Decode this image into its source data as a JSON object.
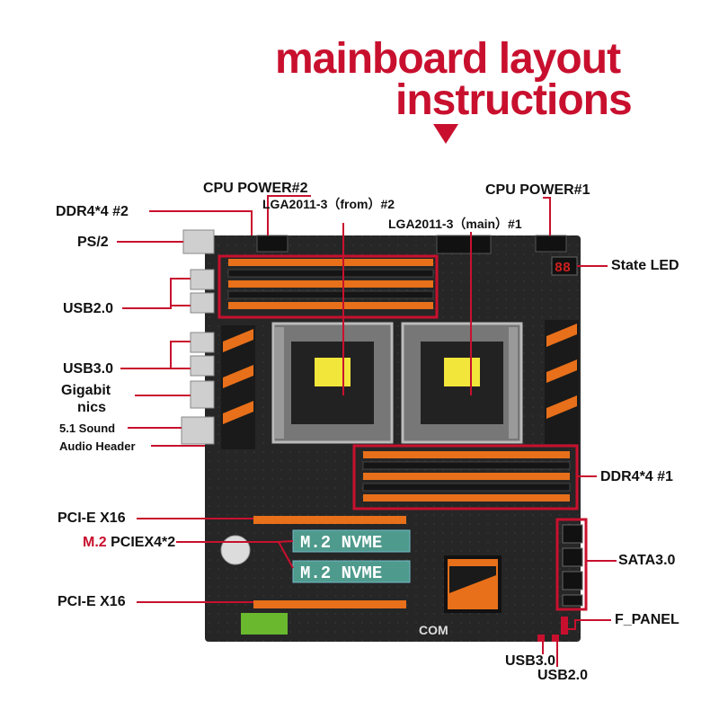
{
  "title": {
    "line1": "mainboard layout",
    "line2": "instructions"
  },
  "labels": {
    "cpu_power_2": "CPU POWER#2",
    "cpu_power_1": "CPU POWER#1",
    "lga_from": "LGA2011-3（from）#2",
    "lga_main": "LGA2011-3（main）#1",
    "ddr4_2": "DDR4*4 #2",
    "ps2": "PS/2",
    "usb20_left": "USB2.0",
    "usb30_left": "USB3.0",
    "gigabit_line1": "Gigabit",
    "gigabit_line2": "nics",
    "sound": "5.1 Sound",
    "audio_header": "Audio Header",
    "state_led": "State LED",
    "ddr4_1": "DDR4*4 #1",
    "pcie_x16_top": "PCI-E X16",
    "m2_prefix": "M.2",
    "m2_suffix": "PCIEX4*2",
    "sata": "SATA3.0",
    "pcie_x16_bottom": "PCI-E X16",
    "f_panel": "F_PANEL",
    "usb30_bottom": "USB3.0",
    "usb20_bottom": "USB2.0"
  },
  "board": {
    "m2_slot1": "M.2 NVME",
    "m2_slot2": "M.2 NVME",
    "com": "COM",
    "led_digits": "88"
  },
  "colors": {
    "accent_red": "#c8102e",
    "board": "#2b2b2b",
    "slot_orange": "#e8701a"
  }
}
